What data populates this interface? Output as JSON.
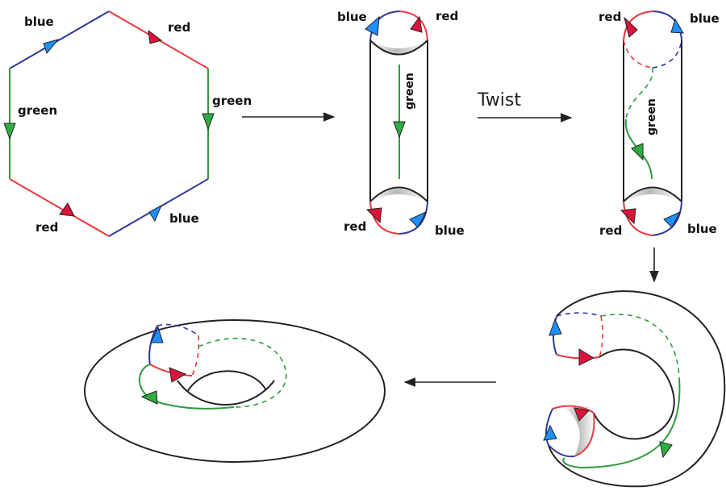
{
  "colors": {
    "red": "#e8383d",
    "blue": "#2d3a9c",
    "green": "#2e9b3e",
    "red_fill": "#dc143c",
    "blue_fill": "#1e90ff",
    "green_fill": "#2eae3f",
    "outline": "#222222"
  },
  "hexagon": {
    "top_left": "blue",
    "top_right": "red",
    "left": "green",
    "right": "green",
    "bottom_left": "red",
    "bottom_right": "blue"
  },
  "cylinder": {
    "top_left": "blue",
    "top_right": "red",
    "middle": "green",
    "bottom_left": "red",
    "bottom_right": "blue"
  },
  "twist_step": {
    "label": "Twist"
  },
  "twisted_cylinder": {
    "top_left": "red",
    "top_right": "blue",
    "middle": "green",
    "bottom_left": "red",
    "bottom_right": "blue"
  }
}
